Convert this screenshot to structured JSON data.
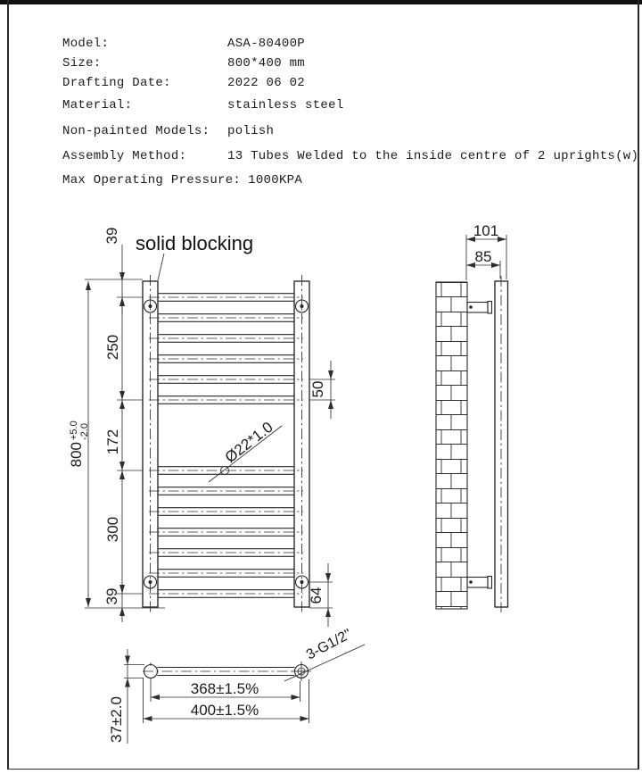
{
  "page": {
    "background": "#ffffff",
    "line_color": "#262626"
  },
  "specs": {
    "rows": [
      {
        "label": "Model:",
        "value": "ASA-80400P"
      },
      {
        "label": "Size:",
        "value": "800*400 mm"
      },
      {
        "label": "Drafting Date:",
        "value": "2022 06 02"
      },
      {
        "label": "Material:",
        "value": "stainless steel"
      },
      {
        "label": "Non-painted Models:",
        "value": "polish"
      },
      {
        "label": "Assembly Method:",
        "value": "13 Tubes Welded to the inside centre of 2 uprights(w)"
      },
      {
        "label": "Max Operating Pressure:",
        "value": "1000KPA"
      }
    ]
  },
  "front_view": {
    "annotation": "solid blocking",
    "tube_spec": "Ø22*1.0",
    "dims": {
      "top_offset": "39",
      "upper_group": "250",
      "middle_gap": "172",
      "lower_group": "300",
      "bottom_offset": "39",
      "overall_height": "800",
      "height_tol_plus": "+5.0",
      "height_tol_minus": "-2.0",
      "tube_pitch": "50",
      "bottom_bracket": "64"
    }
  },
  "side_view": {
    "dims": {
      "overall_depth": "101",
      "centre_depth": "85"
    }
  },
  "plan_view": {
    "connection": "3-G1/2\"",
    "dims": {
      "tube_centres": "368±1.5%",
      "overall_width": "400±1.5%",
      "upright_depth": "37±2.0"
    }
  }
}
